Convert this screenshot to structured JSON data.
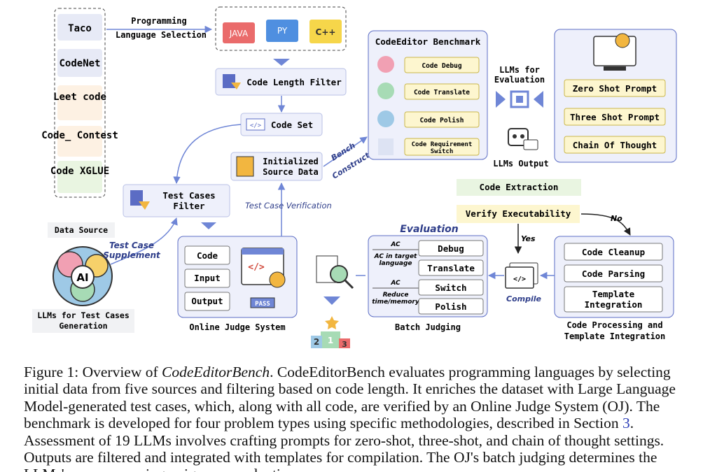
{
  "sources": [
    "Taco",
    "CodeNet",
    "Leet code",
    "Code_ Contest",
    "Code XGLUE"
  ],
  "labels": {
    "prog_lang_sel_1": "Programming",
    "prog_lang_sel_2": "Language Selection",
    "java": "JAVA",
    "py": "PY",
    "cpp": "C++",
    "code_length_filter": "Code Length Filter",
    "code_set": "Code Set",
    "test_cases_filter_1": "Test Cases",
    "test_cases_filter_2": "Filter",
    "data_source": "Data Source",
    "test_case_supplement_1": "Test Case",
    "test_case_supplement_2": "Supplement",
    "llm_test_gen_1": "LLMs for Test Cases",
    "llm_test_gen_2": "Generation",
    "ai": "AI",
    "init_source_1": "Initialized",
    "init_source_2": "Source Data",
    "test_case_verification": "Test Case Verification",
    "bench_construct_1": "Bench",
    "bench_construct_2": "Construct",
    "codeeditor_benchmark": "CodeEditor Benchmark",
    "code_debug": "Code Debug",
    "code_translate": "Code Translate",
    "code_polish": "Code Polish",
    "code_req_switch_1": "Code Requirement",
    "code_req_switch_2": "Switch",
    "llms_eval_1": "LLMs for",
    "llms_eval_2": "Evaluation",
    "zero_shot": "Zero Shot Prompt",
    "three_shot": "Three Shot Prompt",
    "cot": "Chain Of Thought",
    "llms_output": "LLMs Output",
    "code_extraction": "Code Extraction",
    "verify_exec": "Verify Executability",
    "no": "No",
    "yes": "Yes",
    "compile": "Compile",
    "code_cleanup": "Code Cleanup",
    "code_parsing": "Code Parsing",
    "template_integ_1": "Template",
    "template_integ_2": "Integration",
    "code_proc_1": "Code Processing and",
    "code_proc_2": "Template Integration",
    "evaluation": "Evaluation",
    "ac1": "AC",
    "ac_target_1": "AC in target",
    "ac_target_2": "language",
    "ac2": "AC",
    "reduce_1": "Reduce",
    "reduce_2": "time/memory",
    "debug": "Debug",
    "translate": "Translate",
    "switch": "Switch",
    "polish": "Polish",
    "batch_judging": "Batch Judging",
    "oj_code": "Code",
    "oj_input": "Input",
    "oj_output": "Output",
    "pass": "PASS",
    "online_judge": "Online Judge System",
    "rank1": "1",
    "rank2": "2",
    "rank3": "3"
  },
  "caption": {
    "fig_label": "Figure 1: Overview of ",
    "name_italic": "CodeEditorBench",
    "text_1": ". CodeEditorBench evaluates programming languages by selecting initial data from five sources and filtering based on code length. It enriches the dataset with Large Language Model-generated test cases, which, along with all code, are verified by an Online Judge System (OJ). The benchmark is developed for four problem types using specific methodologies, described in Section ",
    "section_ref": "3",
    "text_2": ". Assessment of 19 LLMs involves crafting prompts for zero-shot, three-shot, and chain of thought settings. Outputs are filtered and integrated with templates for compilation. The OJ's batch judging determines the LLMs' scores, ensuring a rigorous evaluation process."
  },
  "colors": {
    "box_fill": "#eef0fb",
    "box_stroke": "#5b6cc4",
    "accent": "#6f86d6",
    "yellow_fill": "#fdf6cf",
    "yellow_stroke": "#c9b64a",
    "green_fill": "#e9f5e1"
  }
}
